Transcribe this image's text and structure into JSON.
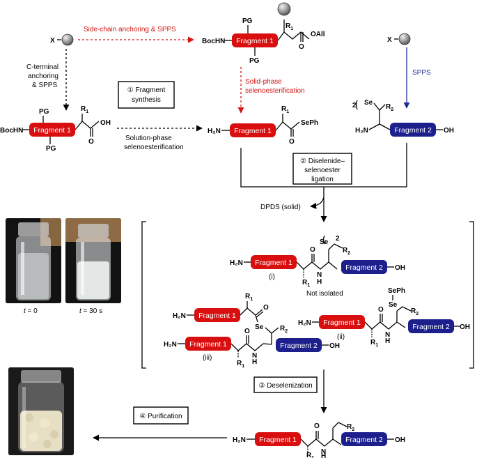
{
  "colors": {
    "fragment1": "#d90f0f",
    "fragment2": "#1c1f8c",
    "red_arrow": "#d21414",
    "blue_arrow": "#1e2d96"
  },
  "labels": {
    "x": "X",
    "pg": "PG",
    "boc_hn": "BocHN",
    "oall": "OAll",
    "oh": "OH",
    "h2n": "H₂N",
    "seph": "SePh",
    "se": "Se",
    "r1": "R",
    "r1_sub": "1",
    "r2": "R",
    "r2_sub": "2",
    "n": "N",
    "h": "H",
    "o": "O",
    "fragment1": "Fragment 1",
    "fragment2": "Fragment 2",
    "subscript_2": "2",
    "side_chain": "Side-chain anchoring & SPPS",
    "c_term_1": "C-terminal",
    "c_term_2": "anchoring",
    "c_term_3": "& SPPS",
    "solid_phase_1": "Solid-phase",
    "solid_phase_2": "selenoesterification",
    "solution_phase_1": "Solution-phase",
    "solution_phase_2": "selenoesterification",
    "spps": "SPPS",
    "step1_1": "① Fragment",
    "step1_2": "synthesis",
    "step2_1": "② Diselenide–",
    "step2_2": "selenoester",
    "step2_3": "ligation",
    "dpds": "DPDS (solid)",
    "label_i": "(i)",
    "label_ii": "(ii)",
    "label_iii": "(iii)",
    "not_isolated": "Not isolated",
    "step3": "③ Deselenization",
    "step4": "④ Purification",
    "t_var": "t",
    "t0_val": " = 0",
    "t30_val": " = 30 s"
  }
}
